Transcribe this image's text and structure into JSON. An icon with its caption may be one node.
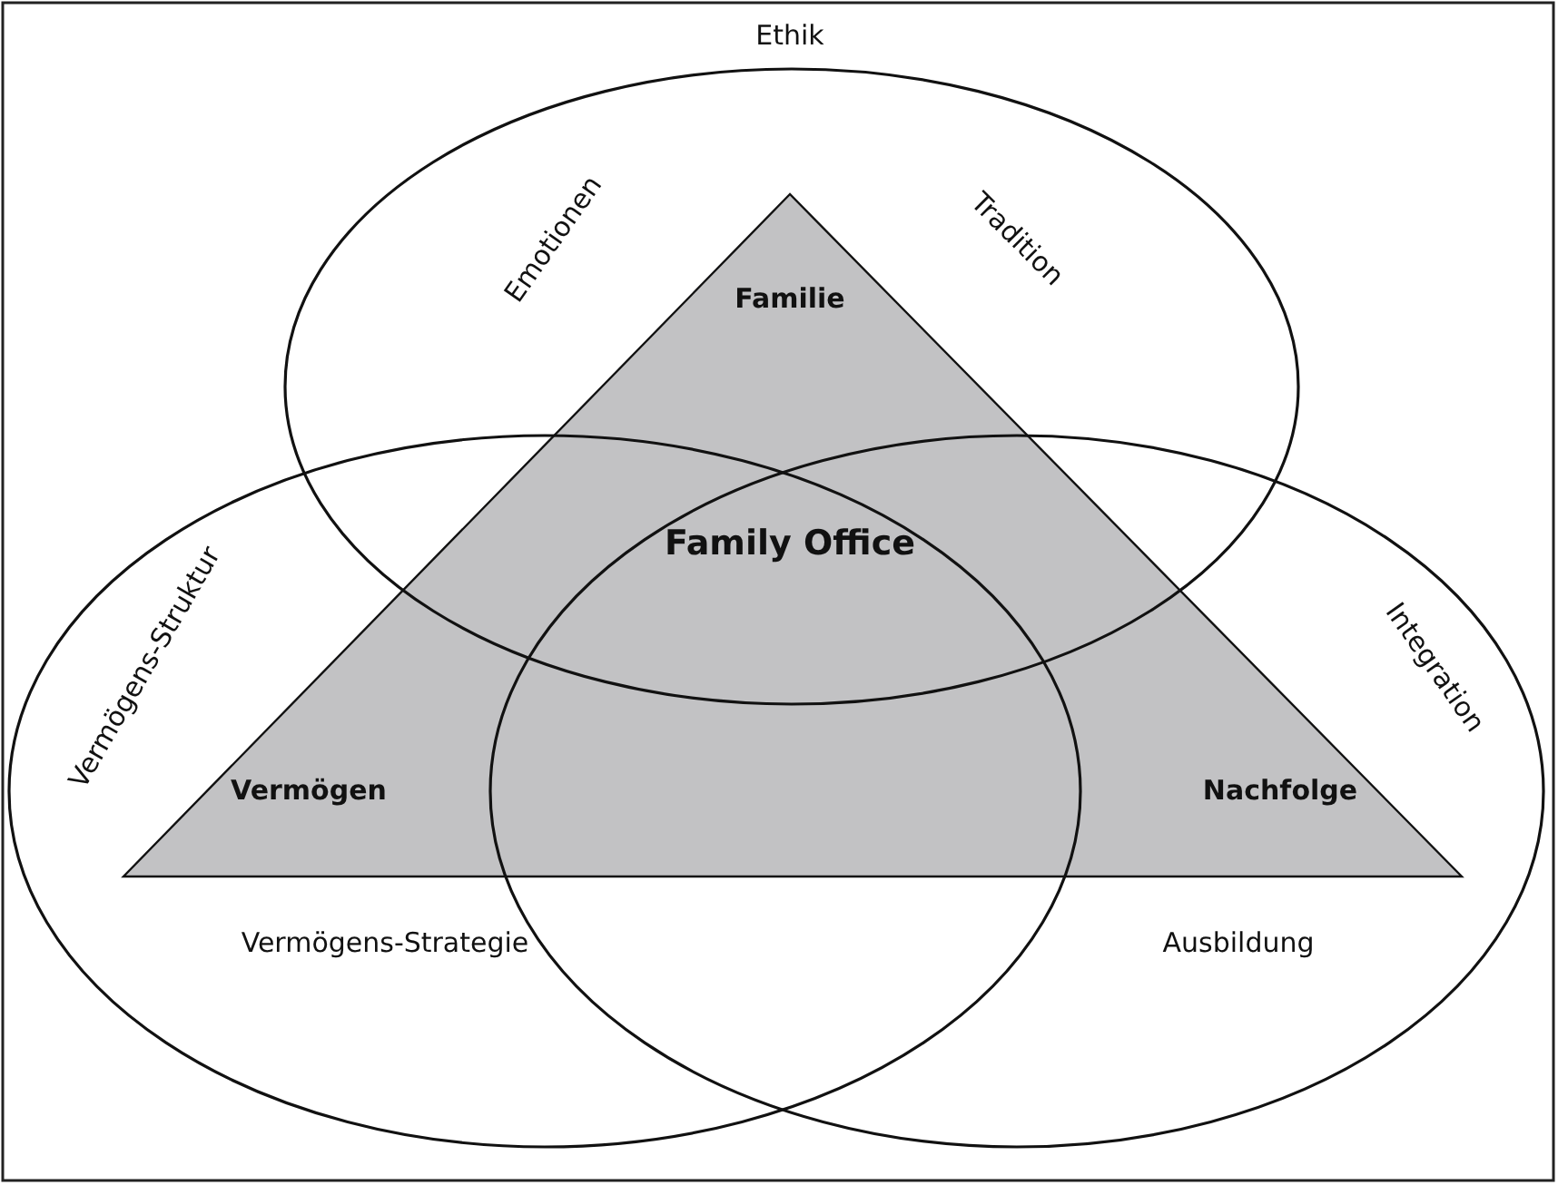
{
  "diagram": {
    "nodes": [
      {
        "text": [
          "Ethik",
          "Emotionen",
          "Tradition",
          "Familie"
        ]
      },
      {
        "text": [],
        "shape": "triangle"
      },
      {
        "text": [
          "Family Office"
        ]
      },
      {
        "text": [
          "Vermögens-Struktur",
          "Vermögen",
          "Vermögens-Strategie"
        ]
      },
      {
        "text": [
          "Integration",
          "Nachfolge",
          "Ausbildung"
        ]
      }
    ]
  }
}
